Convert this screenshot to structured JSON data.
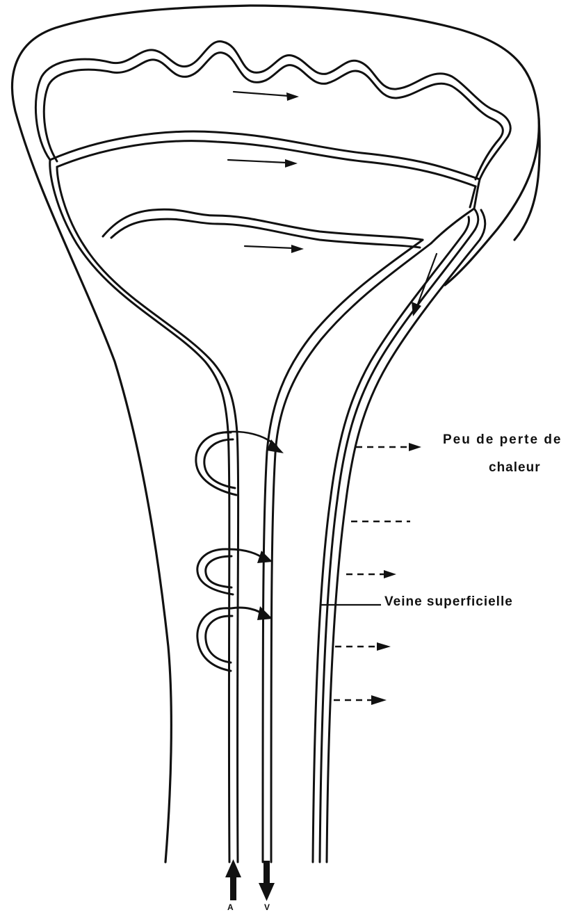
{
  "labels": {
    "heat_loss_line1": "Peu de perte de",
    "heat_loss_line2": "chaleur",
    "superficial_vein": "Veine superficielle",
    "artery": "A",
    "vein": "V"
  },
  "colors": {
    "ink": "#111111",
    "background": "#ffffff"
  }
}
